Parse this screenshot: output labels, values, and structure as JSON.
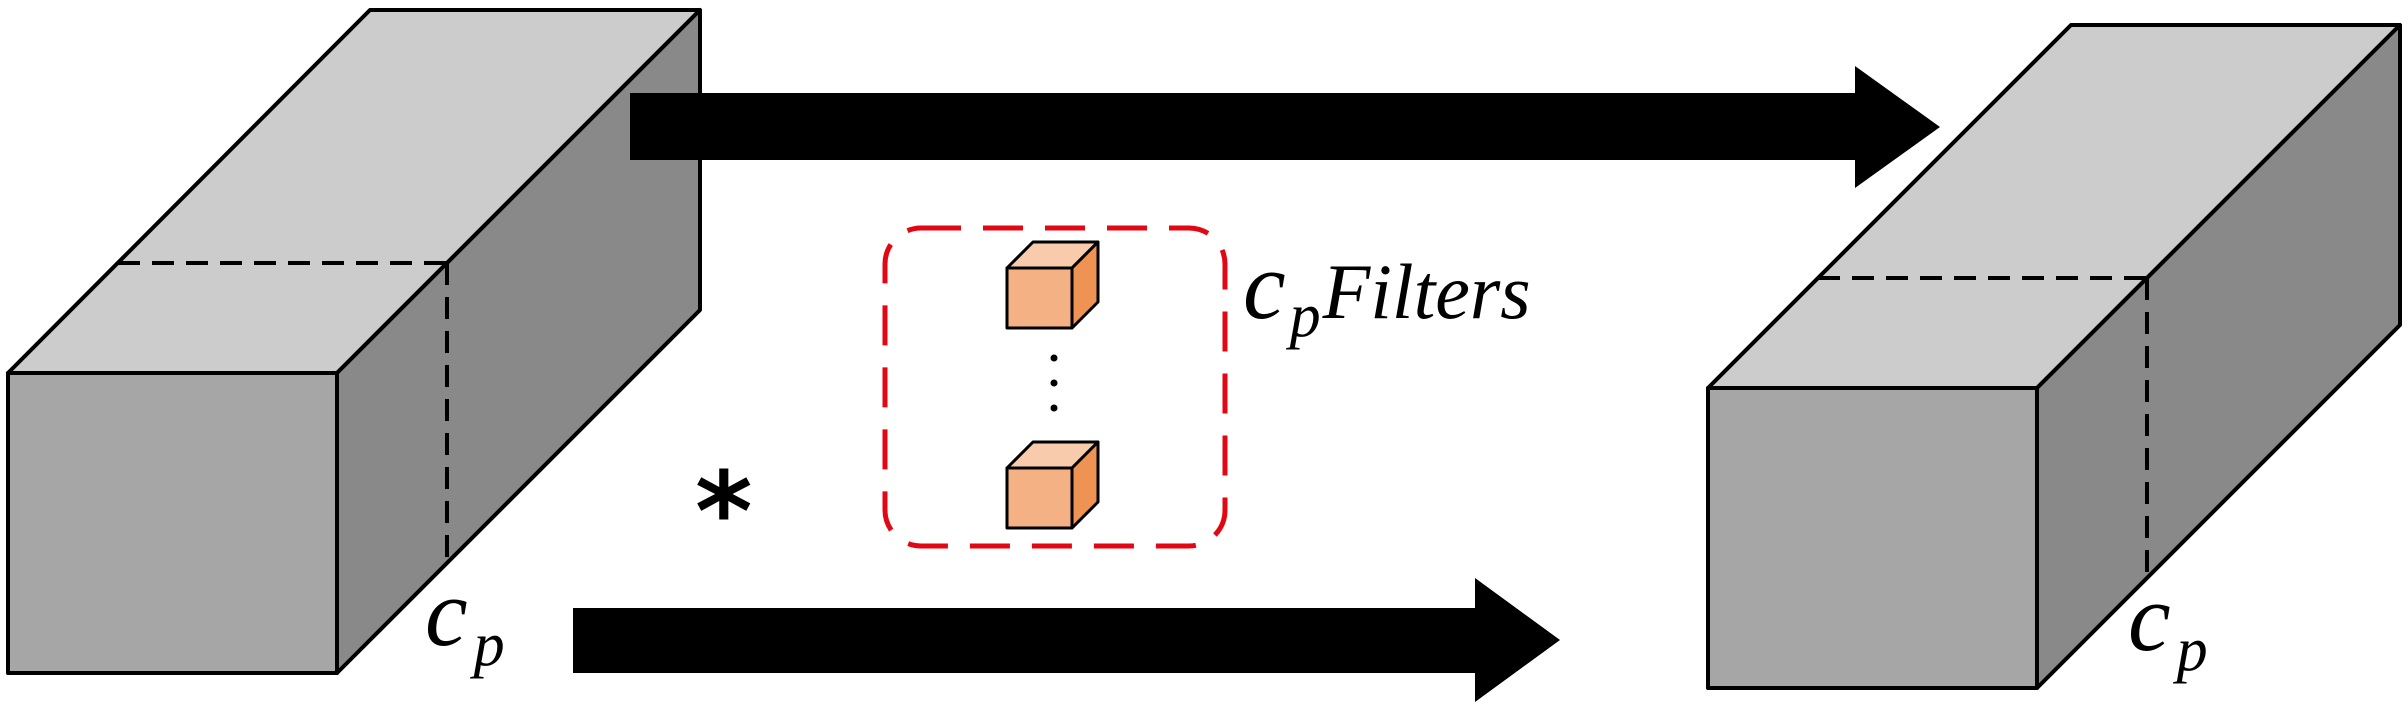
{
  "labels": {
    "input_channel_var": "c",
    "input_channel_sub": "p",
    "output_channel_var": "c",
    "output_channel_sub": "p",
    "filters_var": "c",
    "filters_sub": "p",
    "filters_word": "Filters",
    "convolution_symbol": "*"
  },
  "colors": {
    "block_top": "#cccccc",
    "block_front": "#a6a6a6",
    "block_side": "#898989",
    "filter_front": "#f4b183",
    "filter_top": "#f8cbad",
    "filter_side": "#ee9353",
    "dashed_box": "#e30613",
    "arrow": "#000000"
  },
  "icons": {
    "dots": "vertical-ellipsis"
  }
}
